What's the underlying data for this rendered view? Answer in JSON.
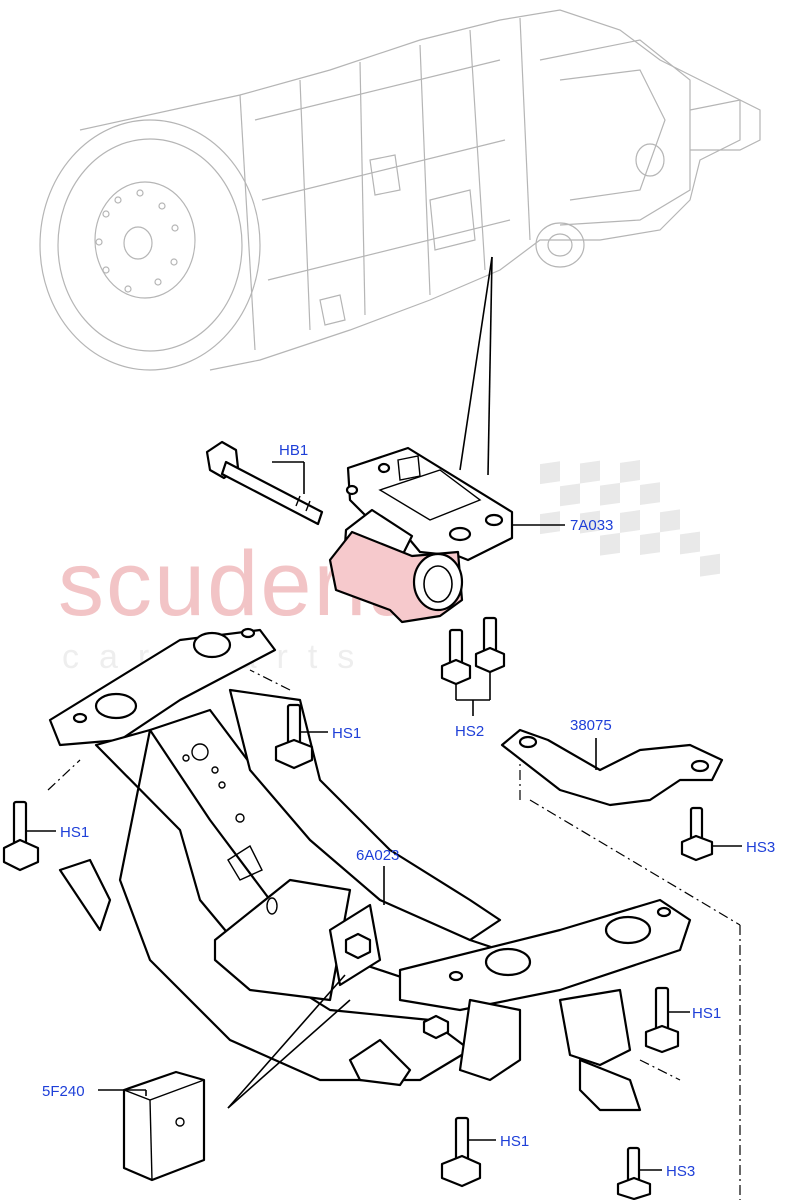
{
  "watermark": {
    "brand": "scuderia",
    "sub": "car parts"
  },
  "callouts": {
    "hb1": "HB1",
    "mount": "7A033",
    "hs2": "HS2",
    "bracket": "38075",
    "hs1_a": "HS1",
    "hs1_b": "HS1",
    "hs3_a": "HS3",
    "crossmember": "6A023",
    "hs1_c": "HS1",
    "insulator": "5F240",
    "hs1_d": "HS1",
    "hs3_b": "HS3"
  },
  "colors": {
    "callout_text": "#1e3fd8",
    "watermark_text": "#f2c4c6",
    "mount_highlight": "#f6c9cc",
    "ghost_lines": "#b5b5b5"
  }
}
